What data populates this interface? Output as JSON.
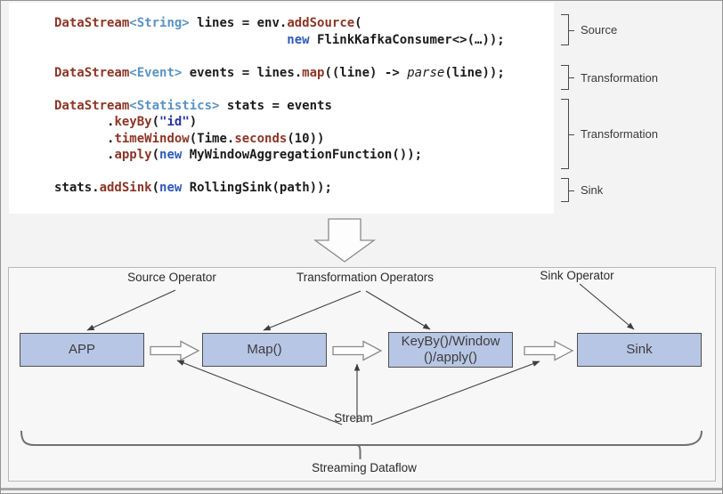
{
  "code": {
    "lines": [
      {
        "segs": [
          {
            "c": "m",
            "t": "DataStream"
          },
          {
            "c": "t",
            "t": "<String>"
          },
          {
            "c": "d",
            "t": " lines = env."
          },
          {
            "c": "m",
            "t": "addSource"
          },
          {
            "c": "d",
            "t": "("
          }
        ]
      },
      {
        "segs": [
          {
            "c": "d",
            "t": "                               "
          },
          {
            "c": "k",
            "t": "new"
          },
          {
            "c": "d",
            "t": " FlinkKafkaConsumer<>(…));"
          }
        ]
      },
      {
        "segs": []
      },
      {
        "segs": [
          {
            "c": "m",
            "t": "DataStream"
          },
          {
            "c": "t",
            "t": "<Event>"
          },
          {
            "c": "d",
            "t": " events = lines."
          },
          {
            "c": "m",
            "t": "map"
          },
          {
            "c": "d",
            "t": "((line) -> "
          },
          {
            "c": "i",
            "t": "parse"
          },
          {
            "c": "d",
            "t": "(line));"
          }
        ]
      },
      {
        "segs": []
      },
      {
        "segs": [
          {
            "c": "m",
            "t": "DataStream"
          },
          {
            "c": "t",
            "t": "<Statistics>"
          },
          {
            "c": "d",
            "t": " stats = events"
          }
        ]
      },
      {
        "segs": [
          {
            "c": "d",
            "t": "       ."
          },
          {
            "c": "m",
            "t": "keyBy"
          },
          {
            "c": "d",
            "t": "("
          },
          {
            "c": "s",
            "t": "\"id\""
          },
          {
            "c": "d",
            "t": ")"
          }
        ]
      },
      {
        "segs": [
          {
            "c": "d",
            "t": "       ."
          },
          {
            "c": "m",
            "t": "timeWindow"
          },
          {
            "c": "d",
            "t": "(Time."
          },
          {
            "c": "m",
            "t": "seconds"
          },
          {
            "c": "d",
            "t": "(10))"
          }
        ]
      },
      {
        "segs": [
          {
            "c": "d",
            "t": "       ."
          },
          {
            "c": "m",
            "t": "apply"
          },
          {
            "c": "d",
            "t": "("
          },
          {
            "c": "k",
            "t": "new"
          },
          {
            "c": "d",
            "t": " MyWindowAggregationFunction());"
          }
        ]
      },
      {
        "segs": []
      },
      {
        "segs": [
          {
            "c": "d",
            "t": "stats."
          },
          {
            "c": "m",
            "t": "addSink"
          },
          {
            "c": "d",
            "t": "("
          },
          {
            "c": "k",
            "t": "new"
          },
          {
            "c": "d",
            "t": " RollingSink(path));"
          }
        ]
      }
    ]
  },
  "annotations": [
    {
      "label": "Source"
    },
    {
      "label": "Transformation"
    },
    {
      "label": "Transformation"
    },
    {
      "label": "Sink"
    }
  ],
  "diagram": {
    "operator_labels": {
      "source": "Source Operator",
      "transformation": "Transformation Operators",
      "sink": "Sink Operator"
    },
    "boxes": {
      "app": "APP",
      "map": "Map()",
      "keyby": "KeyBy()/Window ()/apply()",
      "sink": "Sink"
    },
    "stream_label": "Stream",
    "dataflow_label": "Streaming Dataflow"
  },
  "colors": {
    "code-method": "#8b3626",
    "code-type": "#5b93c4",
    "code-keyword": "#2f5bb7",
    "code-string": "#27379f",
    "code-default": "#1c1c1c",
    "box-fill": "#b8c6e5",
    "box-border": "#4f4f4f",
    "arrow-line": "#3e3e3e",
    "block-arrow-stroke": "#8a8a8a"
  }
}
